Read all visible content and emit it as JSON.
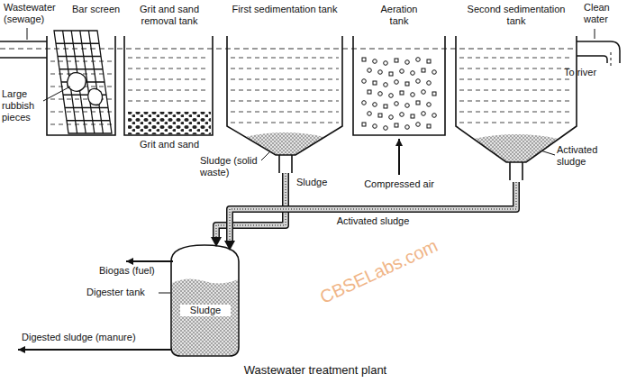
{
  "diagram": {
    "caption": "Wastewater treatment plant",
    "nodes": [
      {
        "text": [
          "Grit and sand removal tank",
          "Grit and sand"
        ]
      },
      {
        "text": [
          "First sedimentation tank"
        ]
      },
      {
        "text": [
          "Aeration tank"
        ]
      },
      {
        "text": [
          "Second sedimentation tank"
        ]
      },
      {
        "text": [
          "Digester tank",
          "Sludge"
        ]
      }
    ],
    "edges": [
      {
        "from": 1,
        "to": 4,
        "arrow": "to",
        "label": "Sludge"
      },
      {
        "from": 3,
        "to": 4,
        "arrow": "to",
        "label": "Activated sludge"
      }
    ],
    "labels": [
      "Wastewater (sewage)",
      "Bar screen",
      "Large rubbish pieces",
      "Sludge (solid waste)",
      "Compressed air",
      "Activated sludge",
      "Clean water",
      "To river",
      "Biogas (fuel)",
      "Digested sludge (manure)",
      "CBSELabs.com"
    ]
  }
}
